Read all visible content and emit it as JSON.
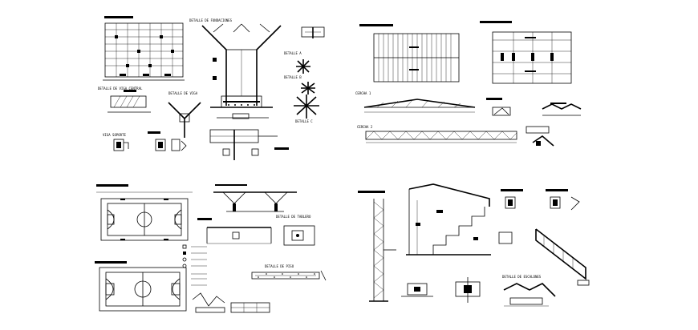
{
  "labels": {
    "fundaciones": "DETALLE DE FUNDACIONES",
    "viga": "DETALLE DE VIGA",
    "viga_central": "DETALLE DE VIGA CENTRAL",
    "detalle_a": "DETALLE A",
    "detalle_b": "DETALLE B",
    "detalle_c": "DETALLE C",
    "cercha_1": "CERCHA 1",
    "cercha_2": "CERCHA 2",
    "vigas_soporte": "VIGA SOPORTE",
    "tablero": "DETALLE DE TABLERO",
    "piso": "DETALLE DE PISO",
    "escalones": "DETALLE DE ESCALONES"
  }
}
